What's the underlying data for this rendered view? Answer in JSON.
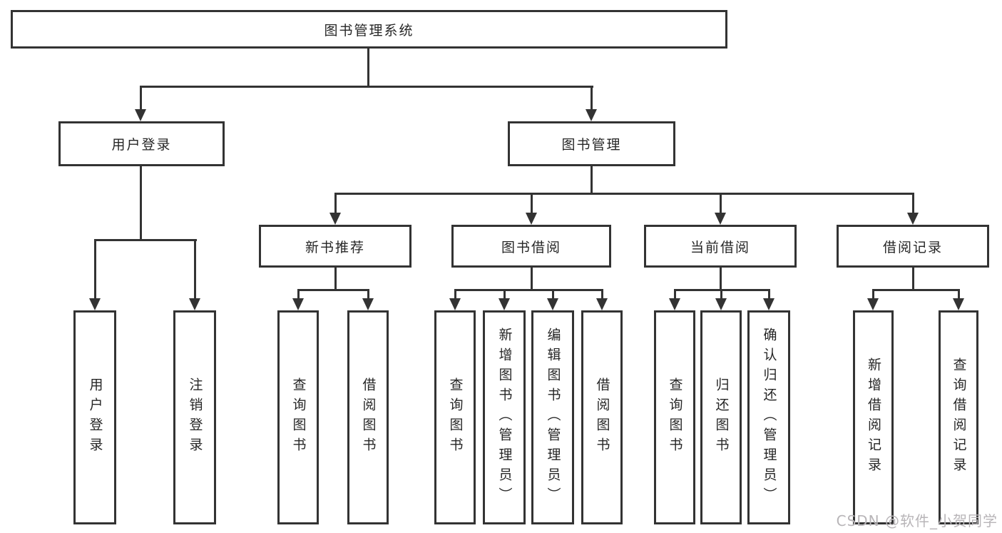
{
  "diagram": {
    "type": "hierarchy-tree",
    "tree": {
      "root": {
        "label": "图书管理系统",
        "children": [
          {
            "label": "用户登录",
            "children": [
              {
                "label": "用户登录"
              },
              {
                "label": "注销登录"
              }
            ]
          },
          {
            "label": "图书管理",
            "children": [
              {
                "label": "新书推荐",
                "children": [
                  {
                    "label": "查询图书"
                  },
                  {
                    "label": "借阅图书"
                  }
                ]
              },
              {
                "label": "图书借阅",
                "children": [
                  {
                    "label": "查询图书"
                  },
                  {
                    "label": "新增图书（管理员）"
                  },
                  {
                    "label": "编辑图书（管理员）"
                  },
                  {
                    "label": "借阅图书"
                  }
                ]
              },
              {
                "label": "当前借阅",
                "children": [
                  {
                    "label": "查询图书"
                  },
                  {
                    "label": "归还图书"
                  },
                  {
                    "label": "确认归还（管理员）"
                  }
                ]
              },
              {
                "label": "借阅记录",
                "children": [
                  {
                    "label": "新增借阅记录"
                  },
                  {
                    "label": "查询借阅记录"
                  }
                ]
              }
            ]
          }
        ]
      }
    },
    "colors": {
      "line": "#333333",
      "box_border": "#333333",
      "text": "#262626",
      "background": "#ffffff",
      "watermark": "#b8b5b8"
    }
  },
  "watermark": {
    "text": "CSDN @软件_小贺同学"
  }
}
